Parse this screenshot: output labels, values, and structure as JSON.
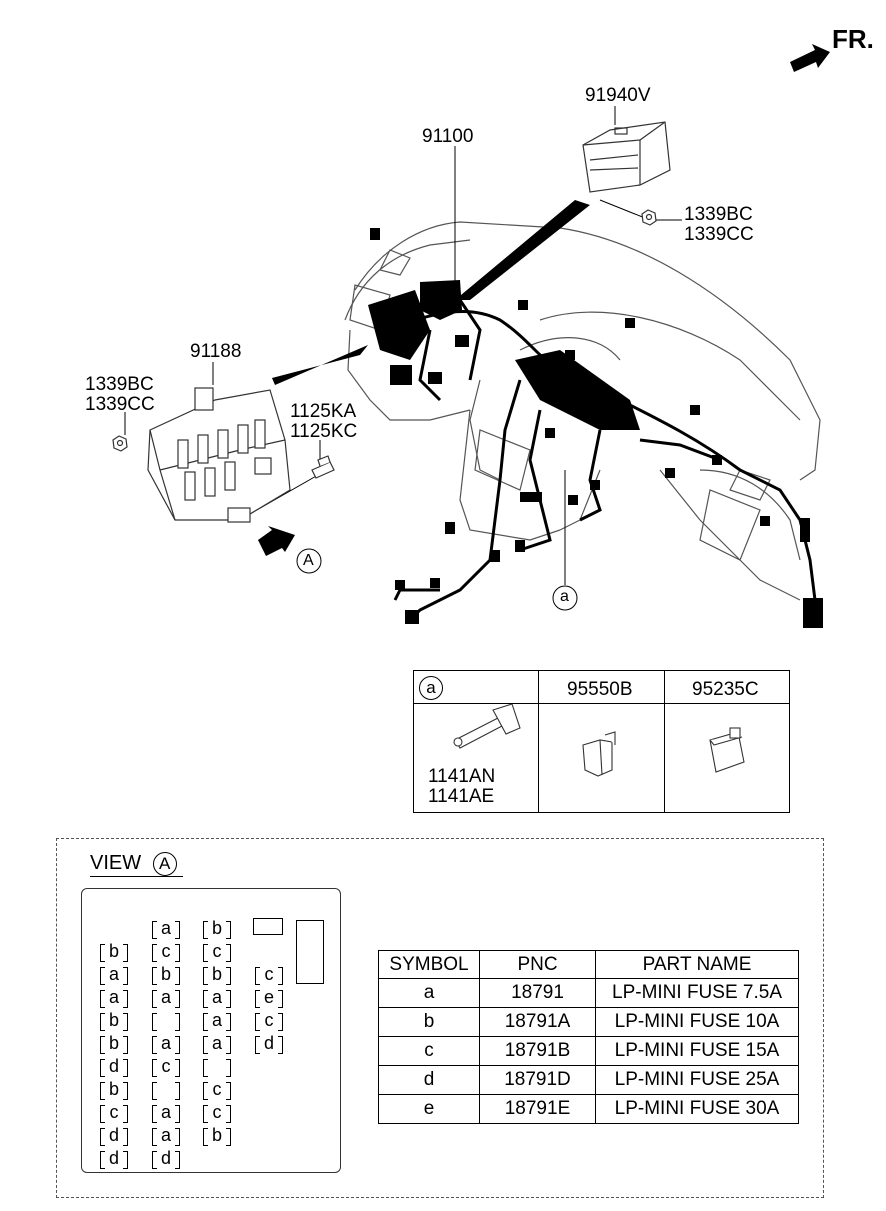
{
  "orientation": {
    "label": "FR."
  },
  "callouts": {
    "p91940V": "91940V",
    "p91100": "91100",
    "p1339_top": [
      "1339BC",
      "1339CC"
    ],
    "p91188": "91188",
    "p1339_left": [
      "1339BC",
      "1339CC"
    ],
    "p1125": [
      "1125KA",
      "1125KC"
    ],
    "view_marker": "A",
    "detail_marker": "a"
  },
  "parts_table": {
    "col1_symbol": "a",
    "col2": "95550B",
    "col3": "95235C",
    "col1_parts": [
      "1141AN",
      "1141AE"
    ]
  },
  "view": {
    "title": "VIEW",
    "marker": "A",
    "fuse_columns": [
      [
        "b",
        "a",
        "a",
        "b",
        "b",
        "d",
        "b",
        "c",
        "d",
        "d"
      ],
      [
        "a",
        "c",
        "b",
        "a",
        "",
        "a",
        "c",
        "",
        "a",
        "a",
        "d"
      ],
      [
        "b",
        "c",
        "b",
        "a",
        "a",
        "a",
        "",
        "c",
        "c",
        "b"
      ],
      [
        "c",
        "e",
        "c",
        "d"
      ]
    ]
  },
  "symbol_table": {
    "headers": [
      "SYMBOL",
      "PNC",
      "PART NAME"
    ],
    "rows": [
      [
        "a",
        "18791",
        "LP-MINI FUSE 7.5A"
      ],
      [
        "b",
        "18791A",
        "LP-MINI FUSE 10A"
      ],
      [
        "c",
        "18791B",
        "LP-MINI FUSE 15A"
      ],
      [
        "d",
        "18791D",
        "LP-MINI FUSE 25A"
      ],
      [
        "e",
        "18791E",
        "LP-MINI FUSE 30A"
      ]
    ]
  }
}
